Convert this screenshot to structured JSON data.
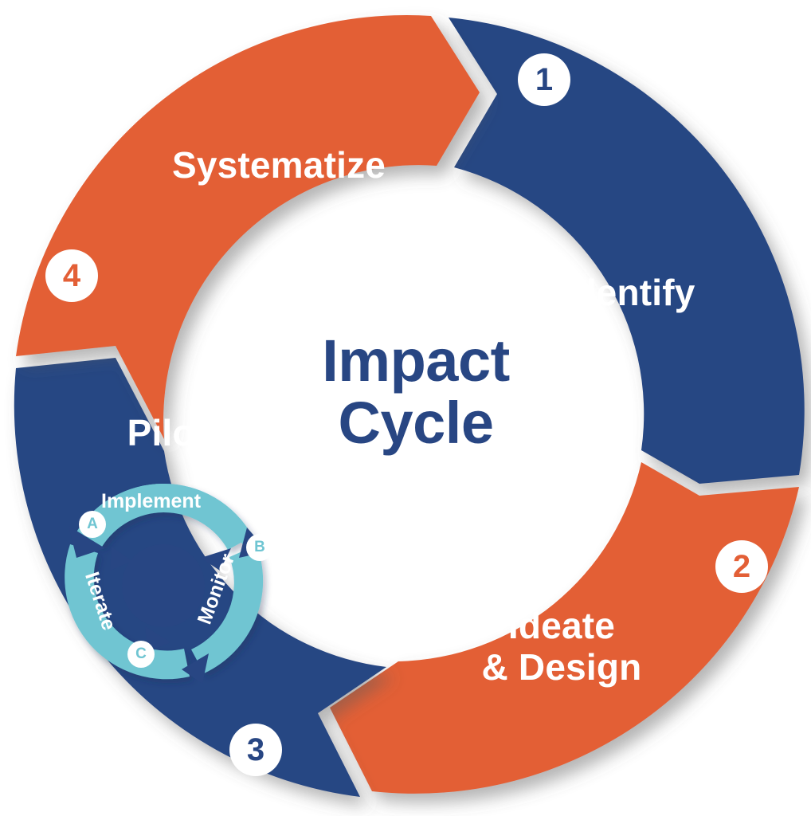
{
  "diagram": {
    "title": "Impact\nCycle",
    "title_color": "#284683",
    "colors": {
      "navy": "#284683",
      "orange": "#E35F36",
      "teal": "#6FC5D2",
      "white": "#FFFFFF",
      "background": "#FFFFFF"
    },
    "stages": [
      {
        "number": "1",
        "label": "Identify",
        "color": "#284683",
        "badge_text_color": "#284683"
      },
      {
        "number": "2",
        "label": "Ideate\n& Design",
        "color": "#E35F36",
        "badge_text_color": "#E35F36"
      },
      {
        "number": "3",
        "label": "Pilot",
        "color": "#284683",
        "badge_text_color": "#284683"
      },
      {
        "number": "4",
        "label": "Systematize",
        "color": "#E35F36",
        "badge_text_color": "#E35F36"
      }
    ],
    "sub_cycle": {
      "parent_stage": "Pilot",
      "steps": [
        {
          "letter": "A",
          "label": "Implement",
          "color": "#6FC5D2"
        },
        {
          "letter": "B",
          "label": "Monitor",
          "color": "#6FC5D2"
        },
        {
          "letter": "C",
          "label": "Iterate",
          "color": "#6FC5D2"
        }
      ]
    }
  }
}
